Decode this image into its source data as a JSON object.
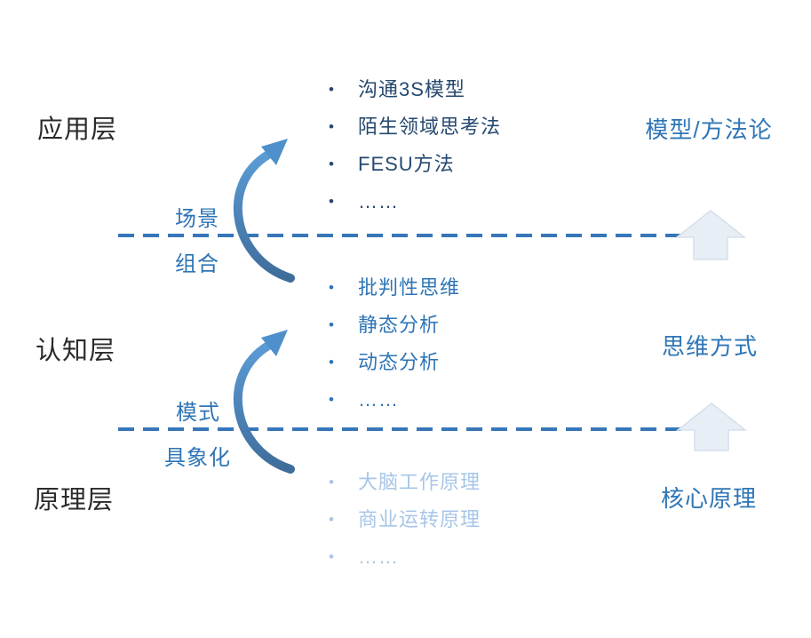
{
  "layers": [
    {
      "label": "应用层",
      "category": "模型/方法论",
      "items": [
        "沟通3S模型",
        "陌生领域思考法",
        "FESU方法",
        "……"
      ]
    },
    {
      "label": "认知层",
      "category": "思维方式",
      "items": [
        "批判性思维",
        "静态分析",
        "动态分析",
        "……"
      ]
    },
    {
      "label": "原理层",
      "category": "核心原理",
      "items": [
        "大脑工作原理",
        "商业运转原理",
        "……"
      ]
    }
  ],
  "transitions": [
    {
      "above_label": "场景",
      "below_label": "组合"
    },
    {
      "above_label": "模式",
      "below_label": "具象化"
    }
  ],
  "bullet": "•",
  "colors": {
    "layer_label": "#2b2b2b",
    "accent_blue": "#2e75b6",
    "list_dark_navy": "#25496f",
    "list_light_blue": "#a7c6e7",
    "dashed_line": "#3776b8",
    "curve_gradient_top": "#5b9bd5",
    "curve_gradient_bottom": "#3e6d9b",
    "up_arrow_fill": "#e8eef5",
    "up_arrow_edge": "#d5dfeb"
  }
}
